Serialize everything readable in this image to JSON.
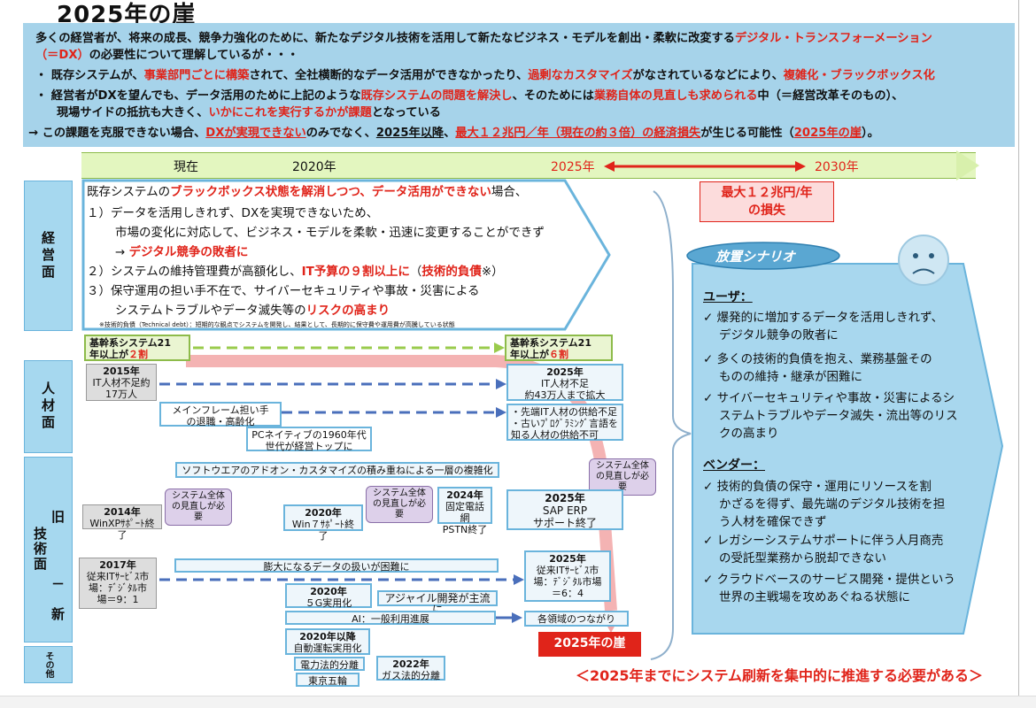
{
  "title": "2025年の崖",
  "summary": {
    "l1a": "多くの経営者が、将来の成長、競争力強化のために、新たなデジタル技術を活用して新たなビジネス・モデルを創出・柔軟に改変する",
    "l1b": "デジタル・トランスフォーメーション",
    "l2a": "（＝DX）",
    "l2b": "の必要性について理解しているが・・・",
    "l3a": "・ 既存システムが、",
    "l3b": "事業部門ごとに構築",
    "l3c": "されて、全社横断的なデータ活用ができなかったり、",
    "l3d": "過剰なカスタマイズ",
    "l3e": "がなされているなどにより、",
    "l3f": "複雑化・ブラックボックス化",
    "l4a": "・ 経営者がDXを望んでも、データ活用のために上記のような",
    "l4b": "既存システムの問題を解決し",
    "l4c": "、そのためには",
    "l4d": "業務自体の見直しも求められる",
    "l4e": "中（＝経営改革そのもの）、",
    "l5a": "現場サイドの抵抗も大きく、",
    "l5b": "いかにこれを実行するかが課題",
    "l5c": "となっている",
    "l6a": "→ この課題を克服できない場合、",
    "l6b": "DXが実現できない",
    "l6c": "のみでなく、",
    "l6d": "2025年以降",
    "l6e": "、",
    "l6f": "最大１２兆円／年（現在の約３倍）の経済損失",
    "l6g": "が生じる可能性（",
    "l6h": "2025年の崖",
    "l6i": "）。"
  },
  "timeline": {
    "now": "現在",
    "y2020": "2020年",
    "y2025": "2025年",
    "y2030": "2030年"
  },
  "loss": {
    "l1": "最大１２兆円/年",
    "l2": "の損失"
  },
  "categories": {
    "keiei": "経営面",
    "jinzai": "人材面",
    "gijutsu_old": "旧",
    "gijutsu_label": "技術面",
    "gijutsu_dash": "－",
    "gijutsu_new": "新",
    "other": "その他"
  },
  "keiei": {
    "h_a": "既存システムの",
    "h_b": "ブラックボックス状態を解消しつつ、データ活用ができない",
    "h_c": "場合、",
    "i1": "１）データを活用しきれず、DXを実現できないため、",
    "i1b": "市場の変化に対応して、ビジネス・モデルを柔軟・迅速に変更することができず",
    "i1c": "→ ",
    "i1d": "デジタル競争の敗者に",
    "i2a": "２）システムの維持管理費が高額化し、",
    "i2b": "IT予算の９割以上に",
    "i2c": "（",
    "i2d": "技術的負債",
    "i2e": "※）",
    "i3": "３）保守運用の担い手不在で、サイバーセキュリティや事故・災害による",
    "i3b": "システムトラブルやデータ滅失等の",
    "i3c": "リスクの高まり",
    "note": "※技術的負債（Technical debt）：短期的な観点でシステムを開発し、結果として、長期的に保守費や運用費が高騰している状態"
  },
  "jinzai": {
    "kikan_now_a": "基幹系システム21",
    "kikan_now_b": "年以上が",
    "kikan_now_c": "２割",
    "kikan_2025_a": "基幹系システム21",
    "kikan_2025_b": "年以上が",
    "kikan_2025_c": "６割",
    "it2015_a": "2015年",
    "it2015_b": "IT人材不足約",
    "it2015_c": "17万人",
    "it2025_a": "2025年",
    "it2025_b": "IT人材不足",
    "it2025_c": "約43万人まで拡大",
    "mf_a": "メインフレーム担い手",
    "mf_b": "の退職・高齢化",
    "pc_a": "PCネイティブの1960年代",
    "pc_b": "世代が経営トップに",
    "supply_a": "・先端IT人材の供給不足",
    "supply_b": "・古いﾌﾟﾛｸﾞﾗﾐﾝｸﾞ言語を",
    "supply_c": "知る人材の供給不可"
  },
  "gijutsu": {
    "addon": "ソフトウエアのアドオン・カスタマイズの積み重ねによる一層の複雑化",
    "review_label": "システム全体の見直しが必要",
    "xp_a": "2014年",
    "xp_b": "WinXPｻﾎﾟｰﾄ終了",
    "win7_a": "2020年",
    "win7_b": "Win７ｻﾎﾟｰﾄ終了",
    "pstn_a": "2024年",
    "pstn_b": "固定電話網",
    "pstn_c": "PSTN終了",
    "sap_a": "2025年",
    "sap_b": "SAP ERP",
    "sap_c": "サポート終了",
    "m2017_a": "2017年",
    "m2017_b": "従来ITｻｰﾋﾞｽ市",
    "m2017_c": "場：ﾃﾞｼﾞﾀﾙ市",
    "m2017_d": "場＝9：1",
    "data": "膨大になるデータの扱いが困難に",
    "m2025_a": "2025年",
    "m2025_b": "従来ITｻｰﾋﾞｽ市",
    "m2025_c": "場：ﾃﾞｼﾞﾀﾙ市場",
    "m2025_d": "＝6：4",
    "g5_a": "2020年",
    "g5_b": "５G実用化",
    "agile": "アジャイル開発が主流に",
    "ai": "AI：一般利用進展",
    "connect": "各領域のつながり",
    "cliff": "2025年の崖"
  },
  "other": {
    "auto_a": "2020年以降",
    "auto_b": "自動運転実用化",
    "denryoku": "電力法的分離",
    "gas_a": "2022年",
    "gas_b": "ガス法的分離",
    "tokyo": "東京五輪"
  },
  "scenario": {
    "title": "放置シナリオ",
    "user_h": "ユーザ：",
    "u1a": "✓ 爆発的に増加するデータを活用しきれず、",
    "u1b": "デジタル競争の敗者に",
    "u2a": "✓ 多くの技術的負債を抱え、業務基盤その",
    "u2b": "ものの維持・継承が困難に",
    "u3a": "✓ サイバーセキュリティや事故・災害によるシ",
    "u3b": "ステムトラブルやデータ滅失・流出等のリス",
    "u3c": "クの高まり",
    "vendor_h": "ベンダー：",
    "v1a": "✓ 技術的負債の保守・運用にリソースを割",
    "v1b": "かざるを得ず、最先端のデジタル技術を担",
    "v1c": "う人材を確保できず",
    "v2a": "✓ レガシーシステムサポートに伴う人月商売",
    "v2b": "の受託型業務から脱却できない",
    "v3a": "✓ クラウドベースのサービス開発・提供という",
    "v3b": "世界の主戦場を攻めあぐねる状態に"
  },
  "conclusion": "＜2025年までにシステム刷新を集中的に推進する必要がある＞",
  "colors": {
    "red": "#e0241a",
    "lightblue": "#a6d3ea",
    "green": "#e3f6bf"
  }
}
